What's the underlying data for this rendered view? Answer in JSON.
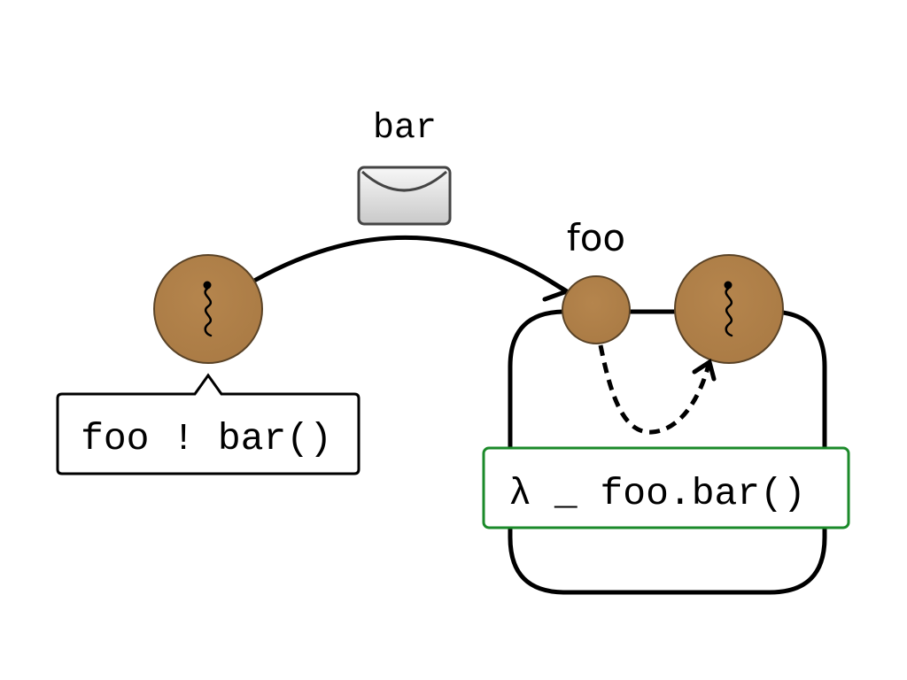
{
  "message": {
    "label": "bar",
    "icon": "envelope-icon"
  },
  "sender": {
    "icon": "thread-squiggle-icon",
    "callout_text": "foo ! bar()"
  },
  "receiver": {
    "port_label": "foo",
    "icon": "thread-squiggle-icon",
    "handler_text": "λ _ foo.bar()"
  },
  "colors": {
    "node_fill": "#a97a44",
    "node_stroke": "#5a4327",
    "line": "#000000",
    "handler_border": "#1b8a2a",
    "envelope_top": "#f7f7f7",
    "envelope_bottom": "#c9c9c9"
  }
}
